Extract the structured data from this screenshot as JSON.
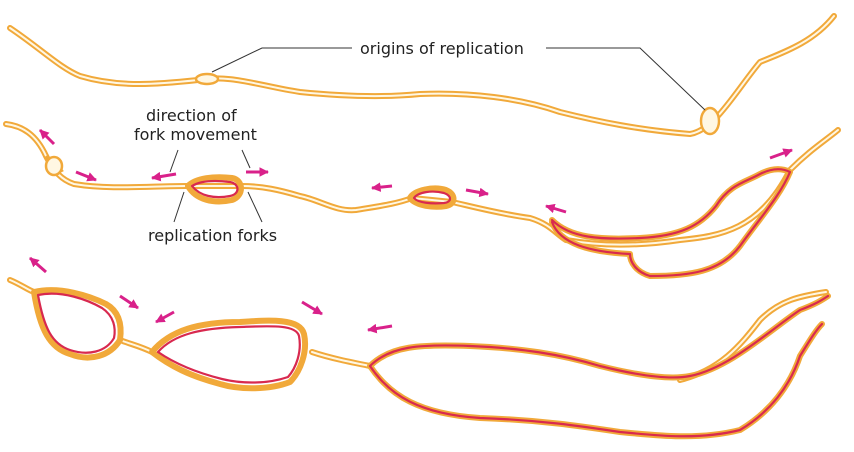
{
  "labels": {
    "origins": "origins of replication",
    "direction_line1": "direction of",
    "direction_line2": "fork movement",
    "forks": "replication forks"
  },
  "colors": {
    "parental_dna": "#f1a93a",
    "new_strand": "#d8294f",
    "arrow": "#d9218a"
  },
  "icons": [
    "fork-direction-arrow-icon"
  ]
}
